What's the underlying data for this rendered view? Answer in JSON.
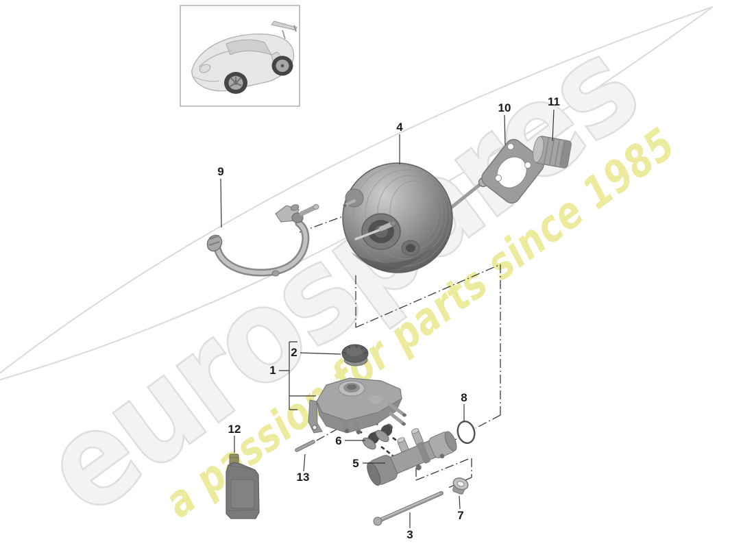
{
  "watermark": {
    "brand_text": "eurospares",
    "tagline_text": "a passion for parts since 1985",
    "brand_color": "#f3f3f3",
    "tagline_color": "#e0dd60"
  },
  "callouts": [
    {
      "id": 1,
      "label": "1"
    },
    {
      "id": 2,
      "label": "2"
    },
    {
      "id": 3,
      "label": "3"
    },
    {
      "id": 4,
      "label": "4"
    },
    {
      "id": 5,
      "label": "5"
    },
    {
      "id": 6,
      "label": "6"
    },
    {
      "id": 7,
      "label": "7"
    },
    {
      "id": 8,
      "label": "8"
    },
    {
      "id": 9,
      "label": "9"
    },
    {
      "id": 10,
      "label": "10"
    },
    {
      "id": 11,
      "label": "11"
    },
    {
      "id": 12,
      "label": "12"
    },
    {
      "id": 13,
      "label": "13"
    }
  ]
}
